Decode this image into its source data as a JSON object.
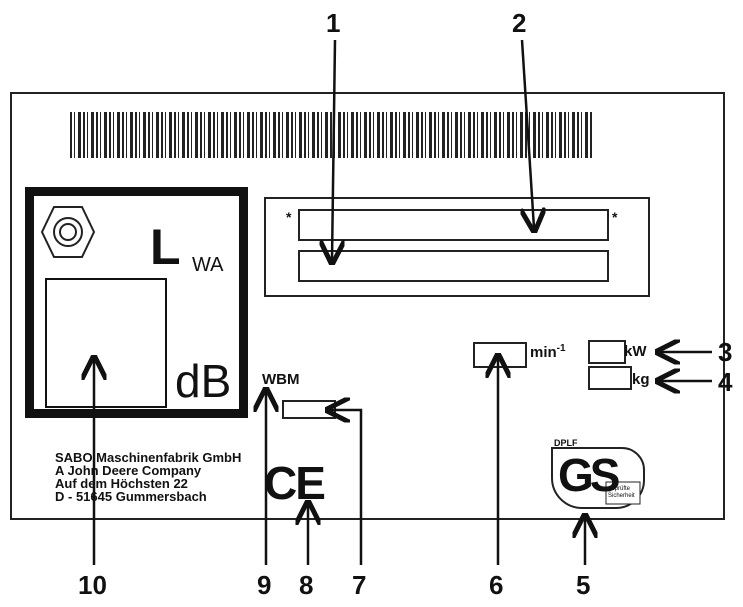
{
  "label": {
    "lwa_symbol": "L",
    "lwa_subscript": "WA",
    "db_unit": "dB",
    "speed_unit": "min",
    "speed_unit_exp": "-1",
    "power_unit": "kW",
    "mass_unit": "kg",
    "wbm_label": "WBM",
    "id_marker_left": "*",
    "id_marker_right": "*",
    "ce_mark": "CE",
    "gs_top_text": "DPLF",
    "gs_mark": "GS",
    "gs_side_text": "geprüfte Sicherheit"
  },
  "address": [
    "SABO Maschinenfabrik GmbH",
    "A John Deere Company",
    "Auf dem Höchsten 22",
    "D - 51645 Gummersbach"
  ],
  "callouts": [
    "1",
    "2",
    "3",
    "4",
    "5",
    "6",
    "7",
    "8",
    "9",
    "10"
  ]
}
